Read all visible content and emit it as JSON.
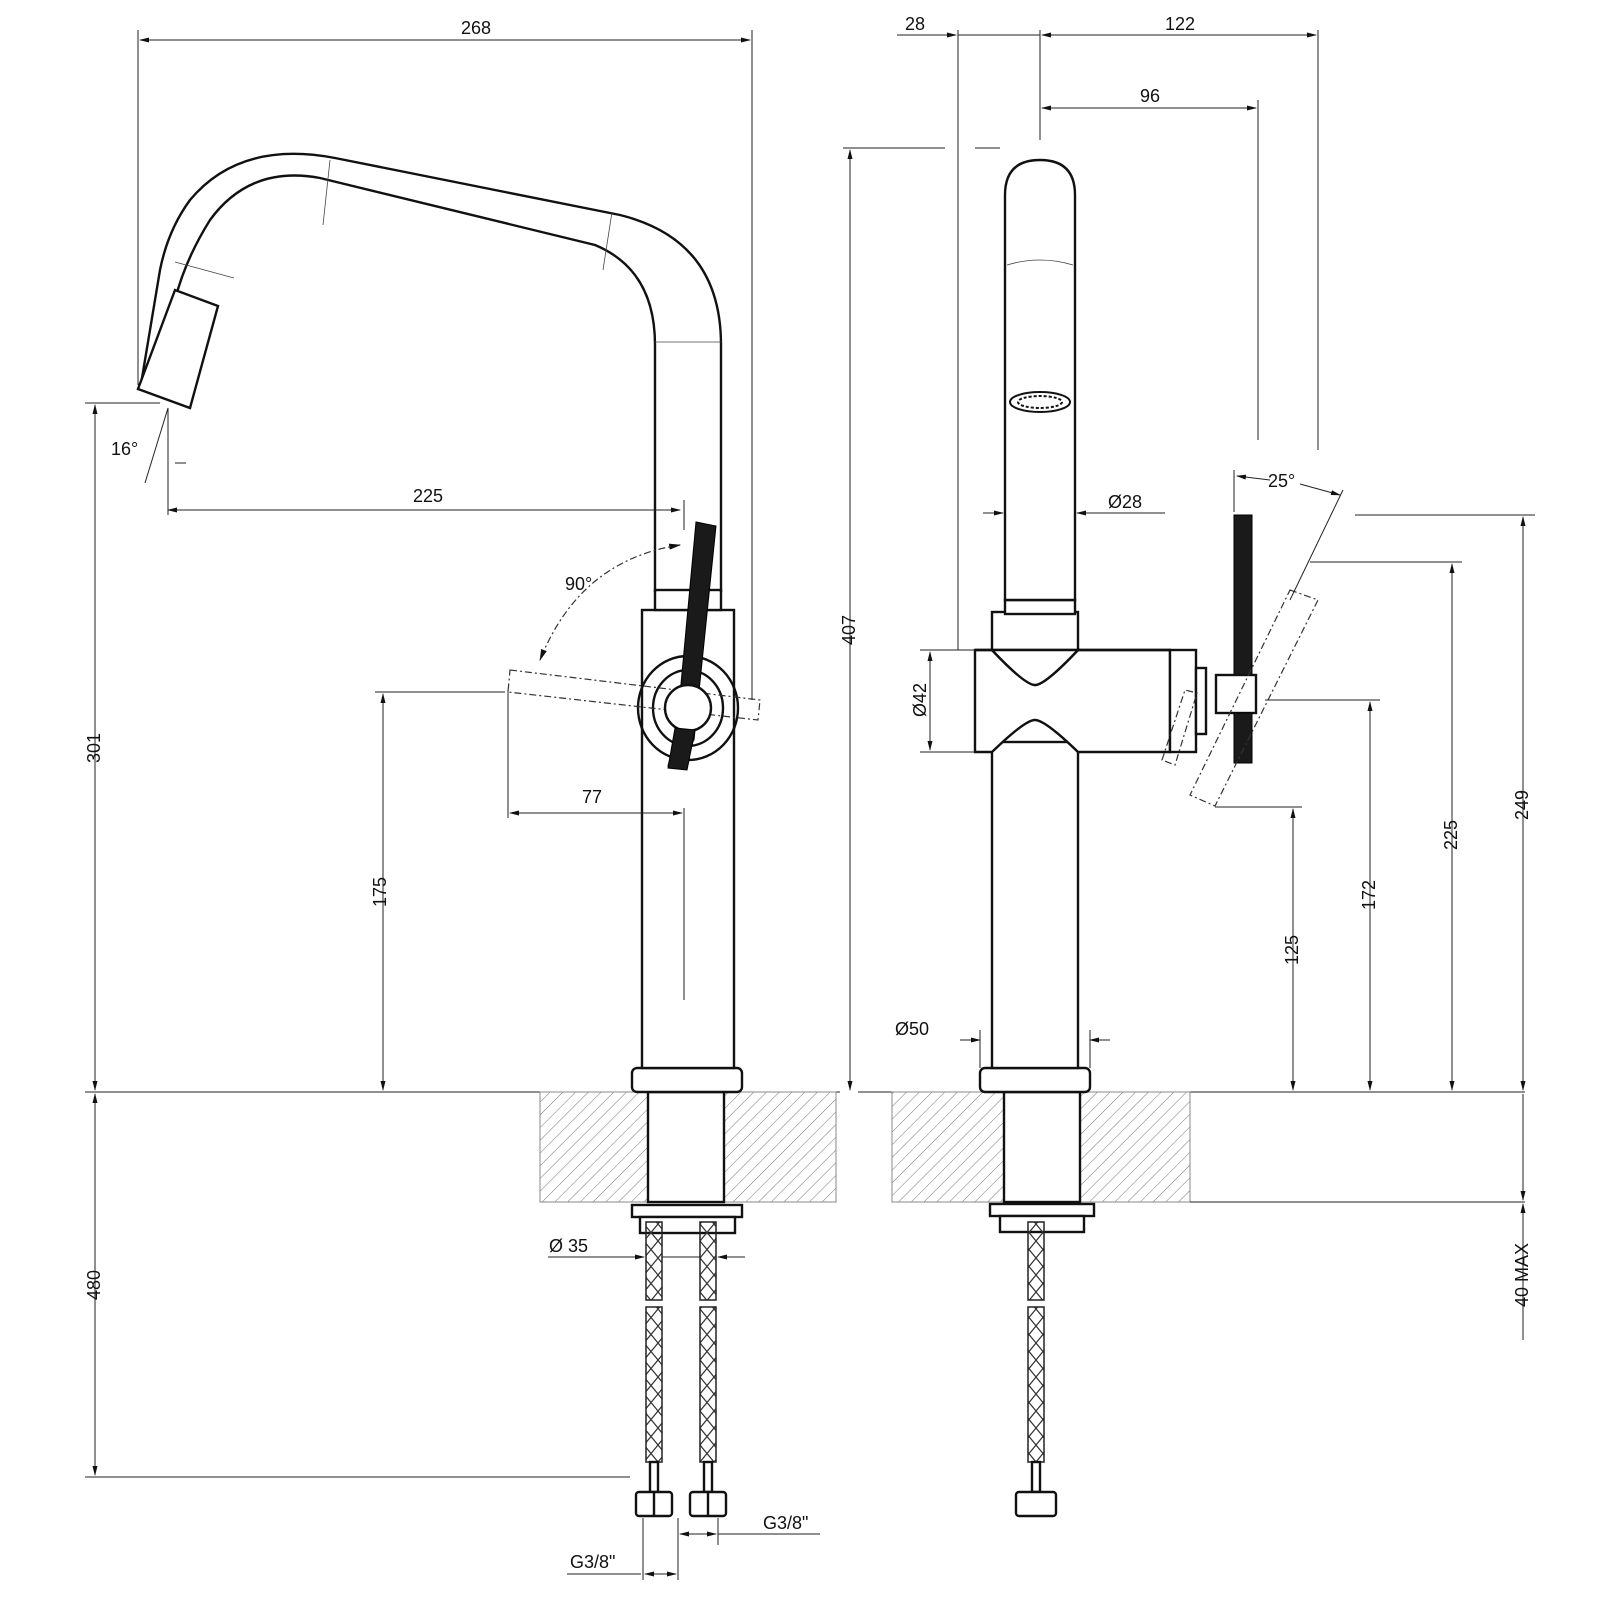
{
  "drawing": {
    "title": "Kitchen mixer technical drawing",
    "line_color": "#111111",
    "handle_color": "#1a1a1a",
    "background": "#ffffff"
  },
  "side_view": {
    "dimensions": {
      "overall_width": "268",
      "spout_angle": "16°",
      "spout_reach": "225",
      "lever_rotation": "90°",
      "lever_offset": "77",
      "spout_height": "301",
      "lever_height": "175",
      "hose_length": "480",
      "shank_diameter": "Ø 35",
      "hose_thread_1": "G3/8\"",
      "hose_thread_2": "G3/8\""
    }
  },
  "front_view": {
    "dimensions": {
      "left_offset": "28",
      "handle_reach": "122",
      "spout_axis_offset": "96",
      "overall_height": "407",
      "spout_diameter": "Ø28",
      "body_diameter": "Ø42",
      "base_diameter": "Ø50",
      "lever_angle": "25°",
      "lever_top_height": "249",
      "lever_tilted_height": "225",
      "lever_pivot_height": "172",
      "lever_bottom_height": "125",
      "deck_thickness": "40 MAX"
    }
  }
}
